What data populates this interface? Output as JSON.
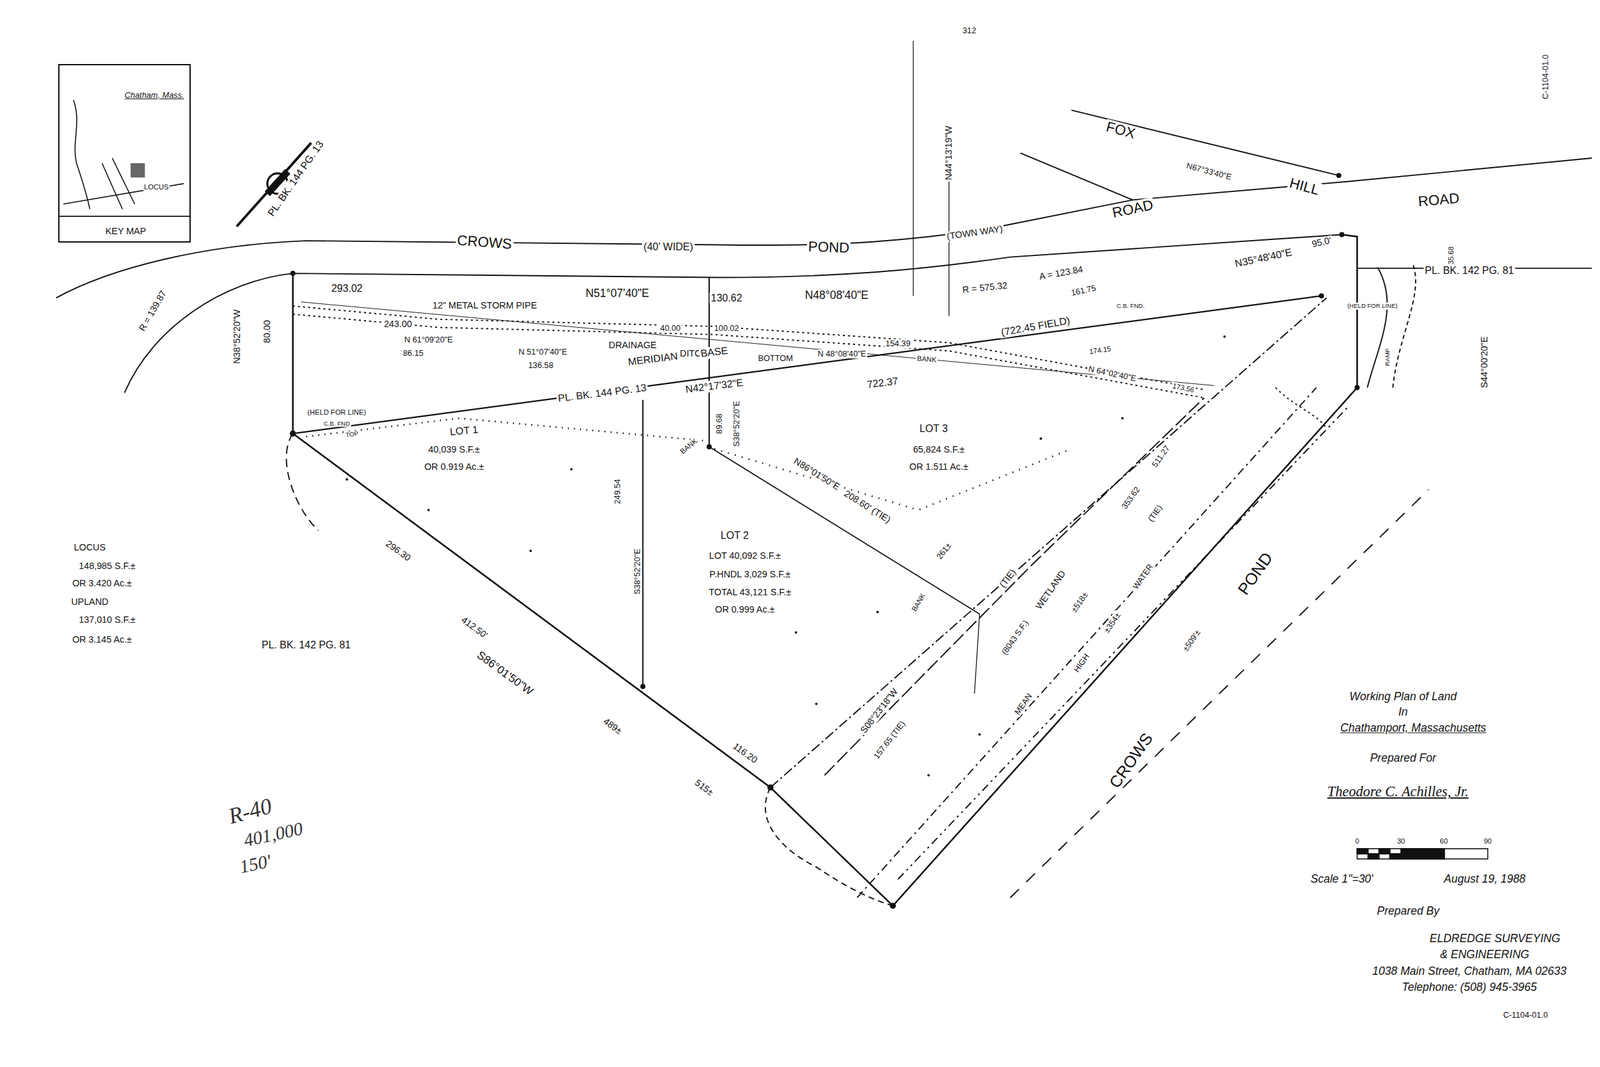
{
  "diagram": {
    "nodes": [
      {
        "text": [
          "Chatham, Mass.",
          "LOCUS",
          "KEY MAP"
        ]
      }
    ],
    "labels": [
      "312",
      "C-1104-01.0",
      "PL. BK. 144 PG. 13",
      "CROWS",
      "(40' WIDE)",
      "POND",
      "(TOWN WAY)",
      "ROAD",
      "FOX",
      "HILL",
      "ROAD",
      "N44°13'19\"W",
      "N67°33'40\"E",
      "N35°48'40\"E",
      "95.0'",
      "161.75",
      "R = 575.32",
      "A = 123.84",
      "12\" METAL STORM PIPE",
      "293.02",
      "N51°07'40\"E",
      "130.62",
      "N48°08'40\"E",
      "C.B. FND.",
      "243.00",
      "N 61°09'20\"E",
      "86.15",
      "N 51°07'40\"E",
      "136.58",
      "DRAINAGE",
      "DITCH",
      "40.00",
      "100.02",
      "BOTTOM",
      "N 48°08'40\"E",
      "154.39",
      "(722.45 FIELD)",
      "174.15",
      "BANK",
      "N 64°02'40\"E",
      "173.56",
      "MERIDIAN",
      "BASE",
      "N42°17'32\"E",
      "722.37",
      "PL. BK. 144 PG. 13",
      "N38°52'20\"W",
      "80.00",
      "R = 139.87",
      "(HELD FOR LINE)",
      "C.B. FND",
      "TOP",
      "LOT 1",
      "40,039 S.F.±",
      "OR 0.919 Ac.±",
      "BANK",
      "249.54",
      "S38°52'20\"E",
      "89.68",
      "S38°52'20\"E",
      "LOT 3",
      "65,824 S.F.±",
      "OR 1.511 Ac.±",
      "N86°01'50\"E",
      "208.60' (TIE)",
      "LOT 2",
      "LOT 40,092 S.F.±",
      "P.HNDL 3,029 S.F.±",
      "TOTAL 43,121 S.F.±",
      "OR 0.999 Ac.±",
      "LOCUS",
      "148,985 S.F.±",
      "OR 3.420 Ac.±",
      "UPLAND",
      "137,010 S.F.±",
      "OR 3.145 Ac.±",
      "PL. BK. 142 PG. 81",
      "296.30",
      "412.50'",
      "S86°01'50\"W",
      "489±",
      "116.20",
      "515±",
      "R-40",
      "401,000",
      "150'",
      "S08°23'18\"W",
      "157.65 (TIE)",
      "(TIE)",
      "261±",
      "BANK",
      "WETLAND",
      "(8043 S.F.)",
      "±518±",
      "HIGH",
      "MEAN",
      "WATER",
      "±354±",
      "±509'±",
      "353.62",
      "511.27",
      "(TIE)",
      "CROWS",
      "POND",
      "PL. BK. 142 PG. 81",
      "35.68",
      "S44°00'20\"E",
      "(HELD FOR LINE)",
      "RAMP",
      "Working Plan of Land",
      "In",
      "Chathamport, Massachusetts",
      "Prepared For",
      "Theodore C. Achilles, Jr.",
      "0",
      "30",
      "60",
      "90",
      "Scale 1\"=30'",
      "August 19, 1988",
      "Prepared By",
      "ELDREDGE SURVEYING",
      "& ENGINEERING",
      "1038 Main Street, Chatham, MA 02633",
      "Telephone: (508) 945-3965",
      "C-1104-01.0"
    ]
  }
}
